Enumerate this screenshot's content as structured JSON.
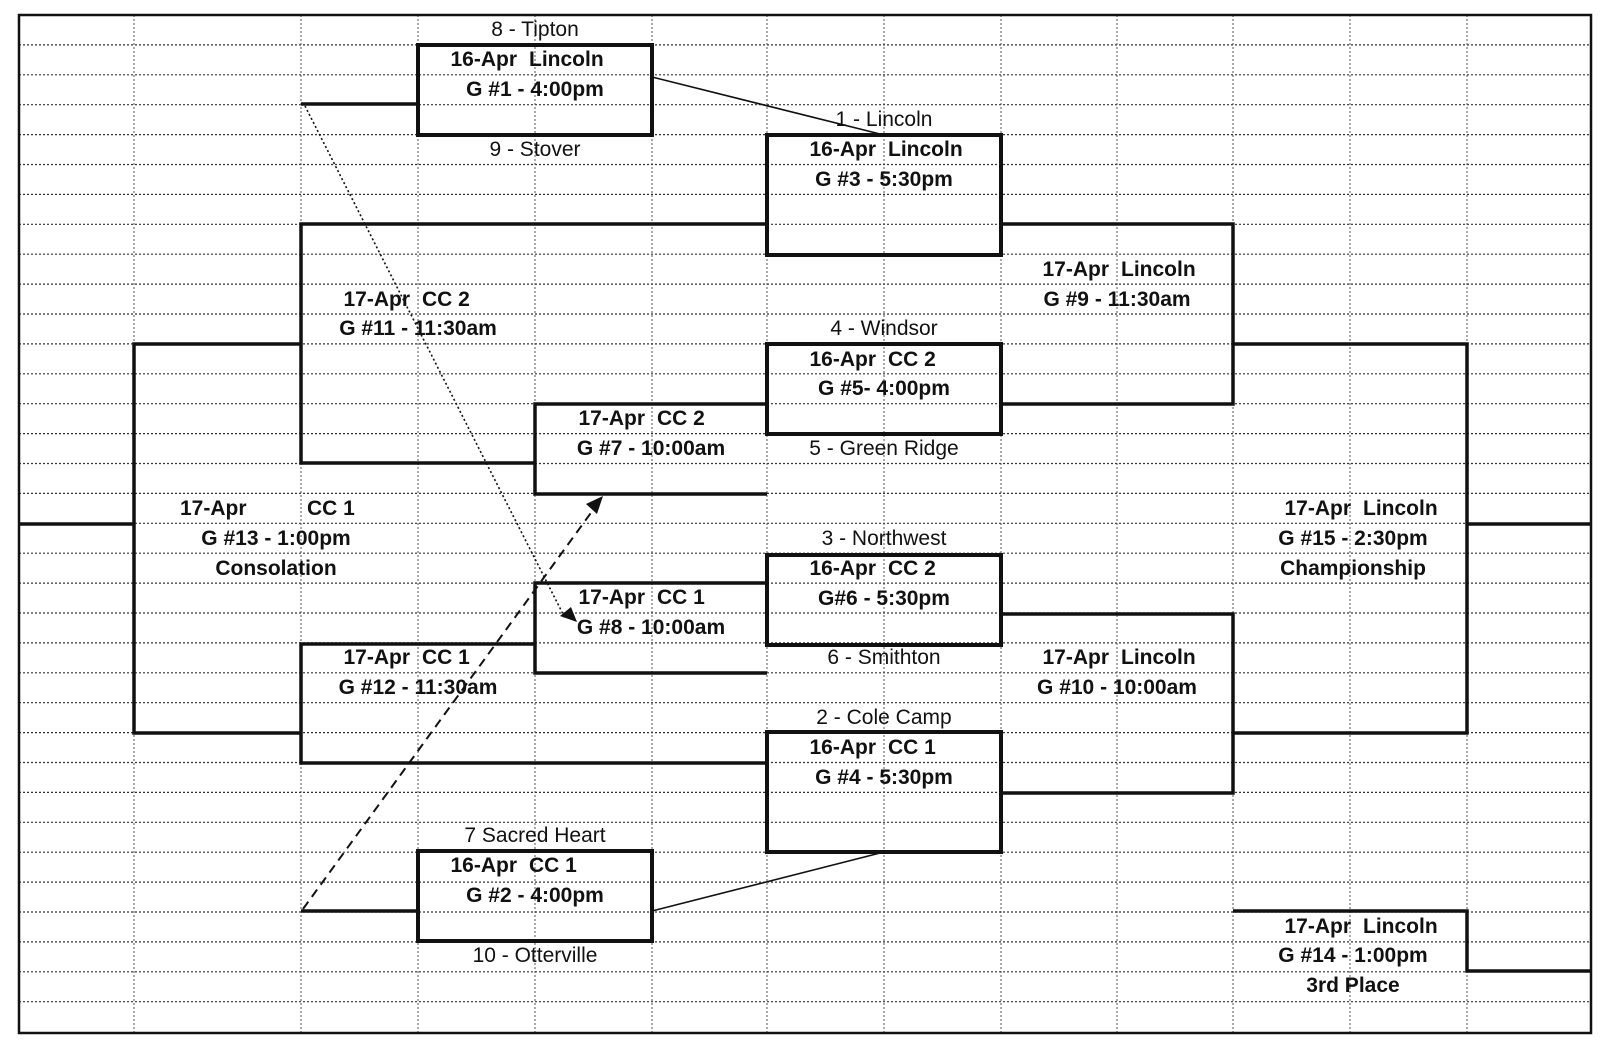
{
  "teams": {
    "t8": "8 - Tipton",
    "t9": "9 - Stover",
    "t1": "1 - Lincoln",
    "t4": "4 - Windsor",
    "t5": "5 - Green Ridge",
    "t3": "3 - Northwest",
    "t6": "6 - Smithton",
    "t2": "2 - Cole Camp",
    "t7": "7 Sacred Heart",
    "t10": "10 - Otterville"
  },
  "games": {
    "g1": {
      "date": "16-Apr",
      "site": "Lincoln",
      "label": "G #1 - 4:00pm"
    },
    "g2": {
      "date": "16-Apr",
      "site": "CC 1",
      "label": "G #2 - 4:00pm"
    },
    "g3": {
      "date": "16-Apr",
      "site": "Lincoln",
      "label": "G #3 - 5:30pm"
    },
    "g4": {
      "date": "16-Apr",
      "site": "CC 1",
      "label": "G #4 - 5:30pm"
    },
    "g5": {
      "date": "16-Apr",
      "site": "CC 2",
      "label": "G #5- 4:00pm"
    },
    "g6": {
      "date": "16-Apr",
      "site": "CC 2",
      "label": "G#6 - 5:30pm"
    },
    "g7": {
      "date": "17-Apr",
      "site": "CC 2",
      "label": "G #7 - 10:00am"
    },
    "g8": {
      "date": "17-Apr",
      "site": "CC 1",
      "label": "G #8 - 10:00am"
    },
    "g9": {
      "date": "17-Apr",
      "site": "Lincoln",
      "label": "G #9 - 11:30am"
    },
    "g10": {
      "date": "17-Apr",
      "site": "Lincoln",
      "label": "G #10 - 10:00am"
    },
    "g11": {
      "date": "17-Apr",
      "site": "CC 2",
      "label": "G #11 - 11:30am"
    },
    "g12": {
      "date": "17-Apr",
      "site": "CC 1",
      "label": "G #12 - 11:30am"
    },
    "g13": {
      "date": "17-Apr",
      "site": "CC 1",
      "label": "G #13 - 1:00pm",
      "note": "Consolation"
    },
    "g14": {
      "date": "17-Apr",
      "site": "Lincoln",
      "label": "G #14 - 1:00pm",
      "note": "3rd Place"
    },
    "g15": {
      "date": "17-Apr",
      "site": "Lincoln",
      "label": "G #15 - 2:30pm",
      "note": "Championship"
    }
  }
}
